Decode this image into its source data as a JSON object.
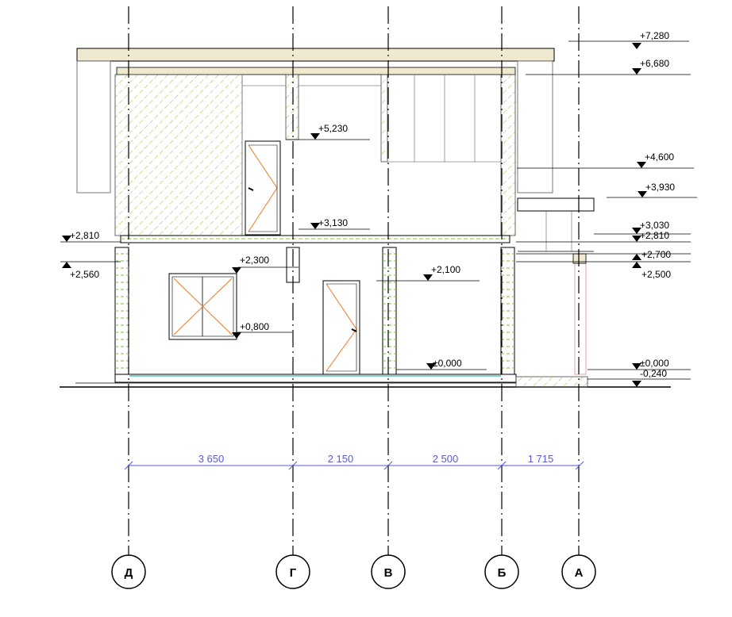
{
  "axes": [
    {
      "id": "d",
      "label": "Д"
    },
    {
      "id": "g",
      "label": "Г"
    },
    {
      "id": "v",
      "label": "В"
    },
    {
      "id": "b",
      "label": "Б"
    },
    {
      "id": "a",
      "label": "А"
    }
  ],
  "dimensions": [
    "3 650",
    "2 150",
    "2 500",
    "1 715"
  ],
  "levels": {
    "right": [
      "+7,280",
      "+6,680",
      "+4,600",
      "+3,930",
      "+3,030",
      "+2,810",
      "+2,700",
      "+2,500",
      "±0,000",
      "-0,240"
    ],
    "left": [
      "+2,810",
      "+2,560"
    ],
    "inner": [
      "+5,230",
      "+3,130",
      "+2,300",
      "+2,100",
      "+0,800",
      "±0,000"
    ]
  },
  "colors": {
    "line": "#000000",
    "hatch": "#8cc63f",
    "opening": "#f07820",
    "dimension": "#5a5ad6",
    "roof": "#efe9d0",
    "column": "#e8b4b4"
  }
}
